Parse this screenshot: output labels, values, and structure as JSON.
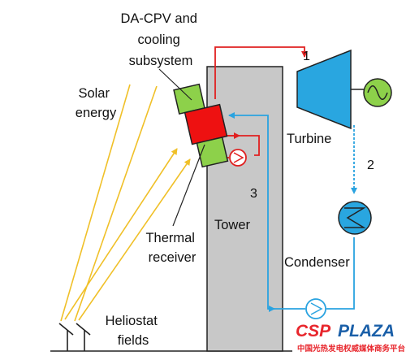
{
  "labels": {
    "subsystem": [
      "DA-CPV and",
      "cooling",
      "subsystem"
    ],
    "solar": [
      "Solar",
      "energy"
    ],
    "turbine": "Turbine",
    "tower": "Tower",
    "thermal_receiver": [
      "Thermal",
      "receiver"
    ],
    "condenser": "Condenser",
    "heliostat": [
      "Heliostat",
      "fields"
    ]
  },
  "numbers": {
    "n1": "1",
    "n2": "2",
    "n3": "3"
  },
  "watermark": {
    "csp": "CSP",
    "plaza": "PLAZA",
    "subtitle": "中国光热发电权威媒体商务平台"
  },
  "colors": {
    "tower_fill": "#c8c8c8",
    "hot_line": "#e02020",
    "cold_line": "#2aa3e0",
    "turbine_fill": "#29a6e0",
    "module_green": "#8dd14a",
    "receiver_red": "#ee1111",
    "solar_ray": "#f0c028",
    "watermark_red": "#e8262c",
    "watermark_blue": "#1a5fa8"
  }
}
